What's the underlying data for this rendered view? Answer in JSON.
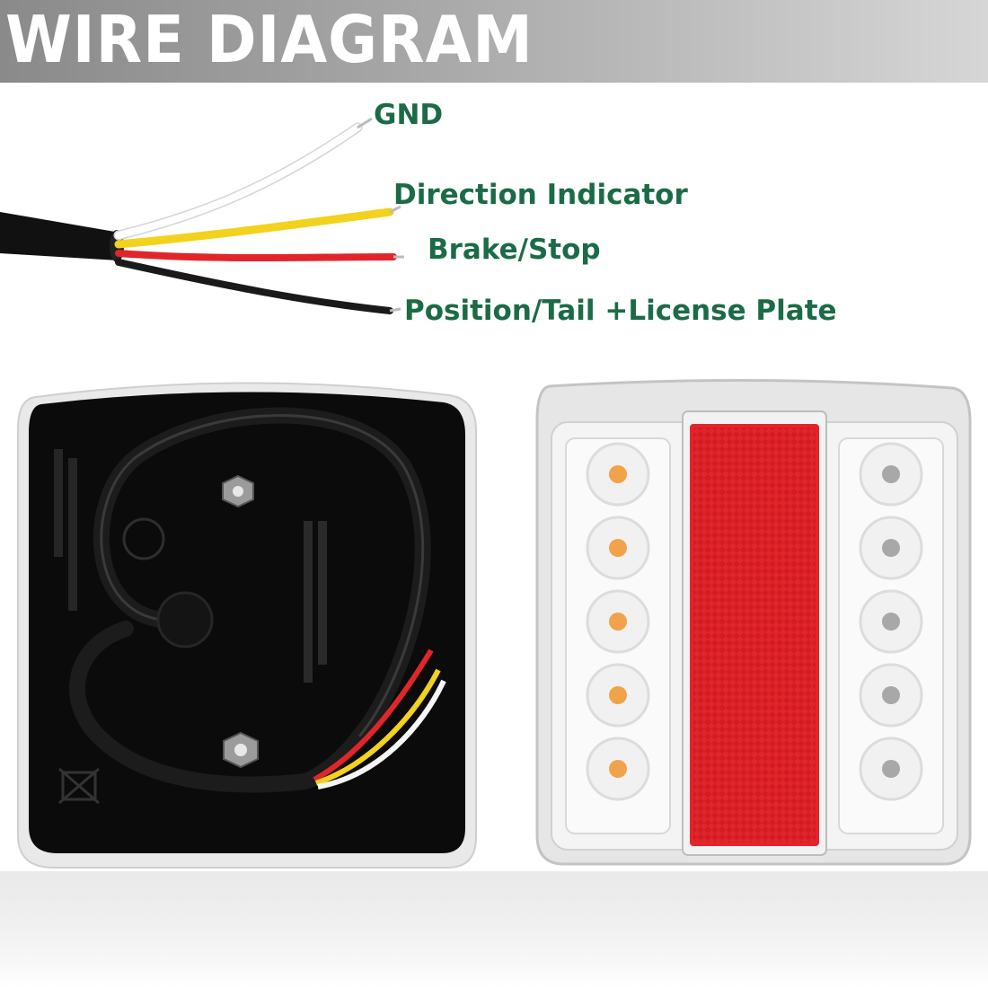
{
  "header": {
    "title": "WIRE DIAGRAM"
  },
  "wires": [
    {
      "label": "GND",
      "color": "#ffffff"
    },
    {
      "label": "Direction Indicator",
      "color": "#f2d21c"
    },
    {
      "label": "Brake/Stop",
      "color": "#e0262a"
    },
    {
      "label": "Position/Tail +License Plate",
      "color": "#1a1a1a"
    }
  ],
  "colors": {
    "label_text": "#1b6b46",
    "banner": "#9a9a9a",
    "lens_red": "#e3252b",
    "led_amber": "#f0a34a",
    "led_white": "#d9d9d9"
  },
  "panels": {
    "back_view": "lamp back",
    "front_view": "lamp front"
  }
}
